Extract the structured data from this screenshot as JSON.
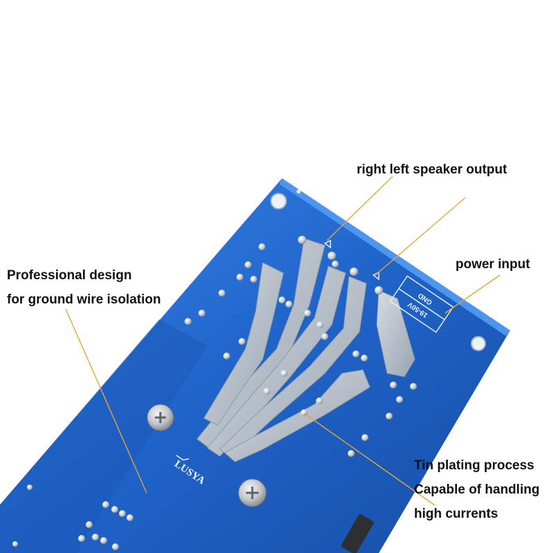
{
  "product": {
    "brand_logo_text": "LUSYA",
    "terminal_labels": {
      "gnd": "GND",
      "voltage": "19-50V"
    }
  },
  "annotations": {
    "speaker_output": "right left speaker output",
    "power_input": "power input",
    "ground_isolation": {
      "line1": "Professional design",
      "line2": "for ground wire isolation"
    },
    "tin_plating": {
      "line1": "Tin plating process",
      "line2": "Capable of handling",
      "line3": "high currents"
    }
  },
  "colors": {
    "board_blue": "#1f63c9",
    "board_edge": "#3f86ea",
    "trace_silver": "#b9c2cc",
    "leader_line": "#e8a533",
    "background": "#ffffff"
  }
}
